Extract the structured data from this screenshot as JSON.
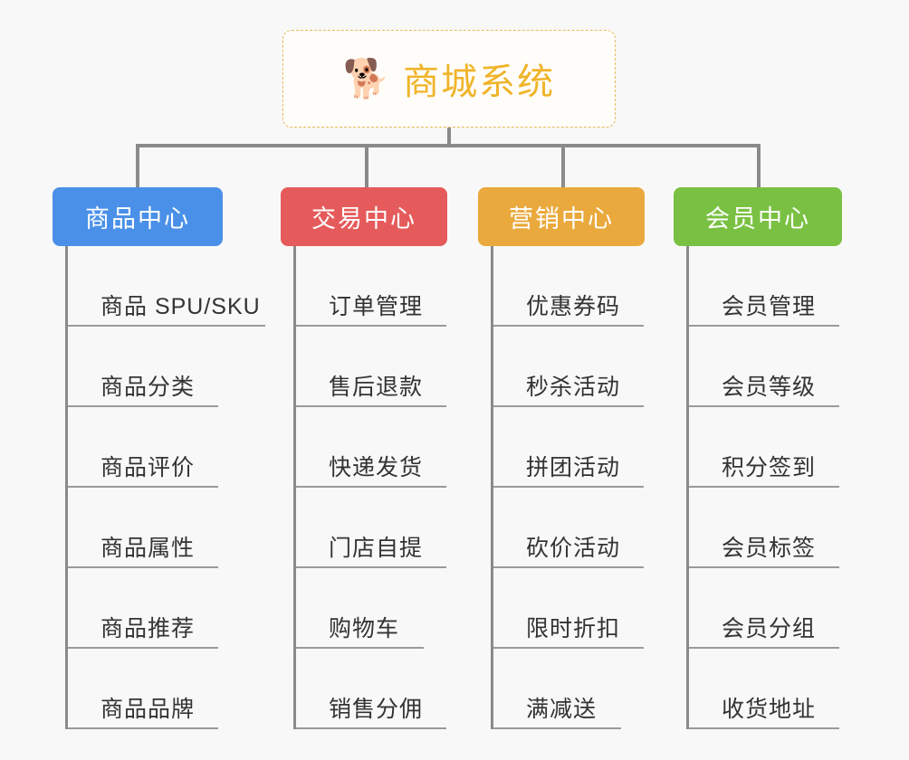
{
  "background_color": "#f8f8f8",
  "root": {
    "icon": "shiba-dog-face-emoji",
    "emoji": "🐕",
    "title": "商城系统",
    "text_color": "#f0b429",
    "border_color": "#e8b95c"
  },
  "columns": [
    {
      "id": "product-center",
      "title": "商品中心",
      "color": "#4a90e8",
      "items": [
        "商品 SPU/SKU",
        "商品分类",
        "商品评价",
        "商品属性",
        "商品推荐",
        "商品品牌"
      ]
    },
    {
      "id": "trade-center",
      "title": "交易中心",
      "color": "#e55b5b",
      "items": [
        "订单管理",
        "售后退款",
        "快递发货",
        "门店自提",
        "购物车",
        "销售分佣"
      ]
    },
    {
      "id": "marketing-center",
      "title": "营销中心",
      "color": "#eaa93c",
      "items": [
        "优惠券码",
        "秒杀活动",
        "拼团活动",
        "砍价活动",
        "限时折扣",
        "满减送"
      ]
    },
    {
      "id": "member-center",
      "title": "会员中心",
      "color": "#7ac143",
      "items": [
        "会员管理",
        "会员等级",
        "积分签到",
        "会员标签",
        "会员分组",
        "收货地址"
      ]
    }
  ]
}
